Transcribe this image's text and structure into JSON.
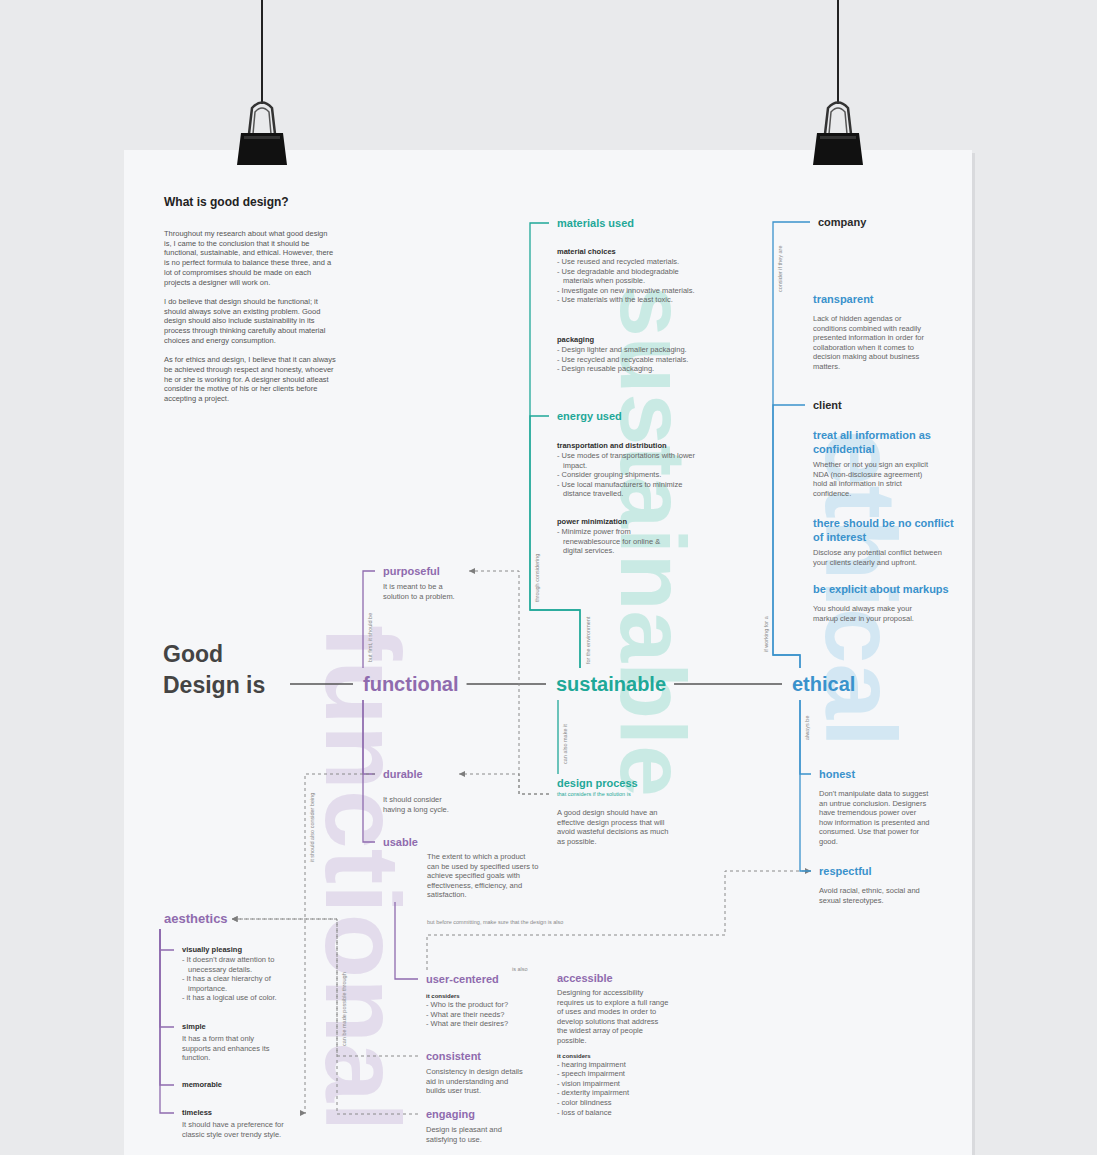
{
  "diagram": {
    "title": "What is good design?",
    "nodes": [
      {
        "text": [
          "Good Design is"
        ]
      },
      {
        "text": [
          "functional"
        ]
      },
      {
        "text": [
          "sustainable"
        ]
      },
      {
        "text": [
          "ethical"
        ]
      },
      {
        "text": [
          "purposeful",
          "It is meant to be a solution to a problem."
        ]
      },
      {
        "text": [
          "durable",
          "It should consider having a long cycle."
        ]
      },
      {
        "text": [
          "usable",
          "The extent to which a product can be used by specified users to achieve specified goals with effectiveness, efficiency, and satisfaction."
        ]
      },
      {
        "text": [
          "user-centered",
          "it considers",
          "- Who is the product for?",
          "- What are their needs?",
          "- What are their desires?"
        ]
      },
      {
        "text": [
          "accessible",
          "Designing for accessibility requires us to explore a full range of uses and modes in order to develop solutions that address the widest array of people possible.",
          "it considers",
          "- hearing impairment",
          "- speech impairment",
          "- vision impairment",
          "- dexterity impairment",
          "- color blindness",
          "- loss of balance"
        ]
      },
      {
        "text": [
          "consistent",
          "Consistency in design details aid in understanding and builds user trust."
        ]
      },
      {
        "text": [
          "engaging",
          "Design is pleasant and satisfying to use."
        ]
      },
      {
        "text": [
          "aesthetics"
        ]
      },
      {
        "text": [
          "visually pleasing",
          "- It doesn't draw attention to unecessary details.",
          "- It has a clear hierarchy of importance.",
          "- it has a logical use of color."
        ]
      },
      {
        "text": [
          "simple",
          "It has a form that only supports and enhances its function."
        ]
      },
      {
        "text": [
          "memorable"
        ]
      },
      {
        "text": [
          "timeless",
          "It should have a preference for classic style over trendy style."
        ]
      },
      {
        "text": [
          "materials used"
        ]
      },
      {
        "text": [
          "material choices",
          "- Use reused and recycled materials.",
          "- Use degradable and biodegradable materials when possible.",
          "- Investigate on new innovative materials.",
          "- Use materials with the least toxic."
        ]
      },
      {
        "text": [
          "packaging",
          "- Design lighter and smaller packaging.",
          "- Use recycled and recycable materials.",
          "- Design reusable packaging."
        ]
      },
      {
        "text": [
          "energy used"
        ]
      },
      {
        "text": [
          "transportation and distribution",
          "- Use modes of transportations with lower impact.",
          "- Consider grouping shipments.",
          "- Use local manufacturers to minimize distance travelled."
        ]
      },
      {
        "text": [
          "power minimization",
          "- Minimize power from renewablesource for online & digital services."
        ]
      },
      {
        "text": [
          "design process",
          "that considers if the solution is",
          "A good design should have an effective design process that will avoid wasteful decisions as much as possible."
        ]
      },
      {
        "text": [
          "company"
        ]
      },
      {
        "text": [
          "transparent",
          "Lack of hidden agendas or conditions combined with readily presented information in order for collaboration when it comes to decision making about business matters."
        ]
      },
      {
        "text": [
          "client"
        ]
      },
      {
        "text": [
          "treat all information as confidential",
          "Whether or not you sign an explicit NDA (non-disclosure agreement) hold all information in strict confidence."
        ]
      },
      {
        "text": [
          "there should be no conflict of interest",
          "Disclose any potential conflict between your clients clearly and upfront."
        ]
      },
      {
        "text": [
          "be explicit about markups",
          "You should always make your markup clear in your proposal."
        ]
      },
      {
        "text": [
          "honest",
          "Don't manipulate data to suggest an untrue conclusion. Designers have tremendous power over how information is presented and consumed. Use that power for good."
        ]
      },
      {
        "text": [
          "respectful",
          "Avoid racial, ethnic, social and sexual stereotypes."
        ]
      }
    ],
    "edges": [
      {
        "from": 0,
        "to": 1,
        "arrow": "none"
      },
      {
        "from": 1,
        "to": 2,
        "arrow": "none"
      },
      {
        "from": 2,
        "to": 3,
        "arrow": "none"
      },
      {
        "from": 1,
        "to": 4,
        "arrow": "none",
        "label": "but first, it should be"
      },
      {
        "from": 1,
        "to": 5,
        "arrow": "none"
      },
      {
        "from": 1,
        "to": 6,
        "arrow": "none"
      },
      {
        "from": 6,
        "to": 7,
        "arrow": "none"
      },
      {
        "from": 11,
        "to": 12,
        "arrow": "none"
      },
      {
        "from": 11,
        "to": 13,
        "arrow": "none"
      },
      {
        "from": 11,
        "to": 14,
        "arrow": "none"
      },
      {
        "from": 11,
        "to": 15,
        "arrow": "none"
      },
      {
        "from": 22,
        "to": 4,
        "arrow": "to"
      },
      {
        "from": 22,
        "to": 5,
        "arrow": "to"
      },
      {
        "from": 5,
        "to": 15,
        "arrow": "to",
        "label": "it should also consider being"
      },
      {
        "from": 9,
        "to": 11,
        "arrow": "to",
        "label": "can be made possible through"
      },
      {
        "from": 10,
        "to": 11,
        "arrow": "to"
      },
      {
        "from": 7,
        "to": 30,
        "arrow": "to",
        "label": "but before committing, make sure that the design is also"
      },
      {
        "from": 2,
        "to": 16,
        "arrow": "none",
        "label": "for the environment"
      },
      {
        "from": 2,
        "to": 19,
        "arrow": "none",
        "label": "through considering"
      },
      {
        "from": 2,
        "to": 22,
        "arrow": "none",
        "label": "can also make it"
      },
      {
        "from": 3,
        "to": 23,
        "arrow": "none"
      },
      {
        "from": 3,
        "to": 25,
        "arrow": "none",
        "label": "if working for a"
      },
      {
        "from": 3,
        "to": 29,
        "arrow": "none",
        "label": "always be"
      },
      {
        "from": 3,
        "to": 30,
        "arrow": "none"
      }
    ],
    "labels": [
      "Throughout my research about what good design is, I came to the conclusion that it should be functional, sustainable, and ethical. However, there is no perfect formula to balance these three, and a lot of compromises should be made on each projects a designer will work on.",
      "I do believe that design should be functional; it should always solve an existing problem. Good design should also include sustainability in its process through thinking carefully about material choices and energy consumption.",
      "As for ethics and design, I believe that it can always be achieved through respect and honesty, whoever he or she is working for. A designer should atleast consider the motive of his or her clients before accepting a project.",
      "functional",
      "sustainable",
      "ethical",
      "consider if they are",
      "is also"
    ]
  }
}
